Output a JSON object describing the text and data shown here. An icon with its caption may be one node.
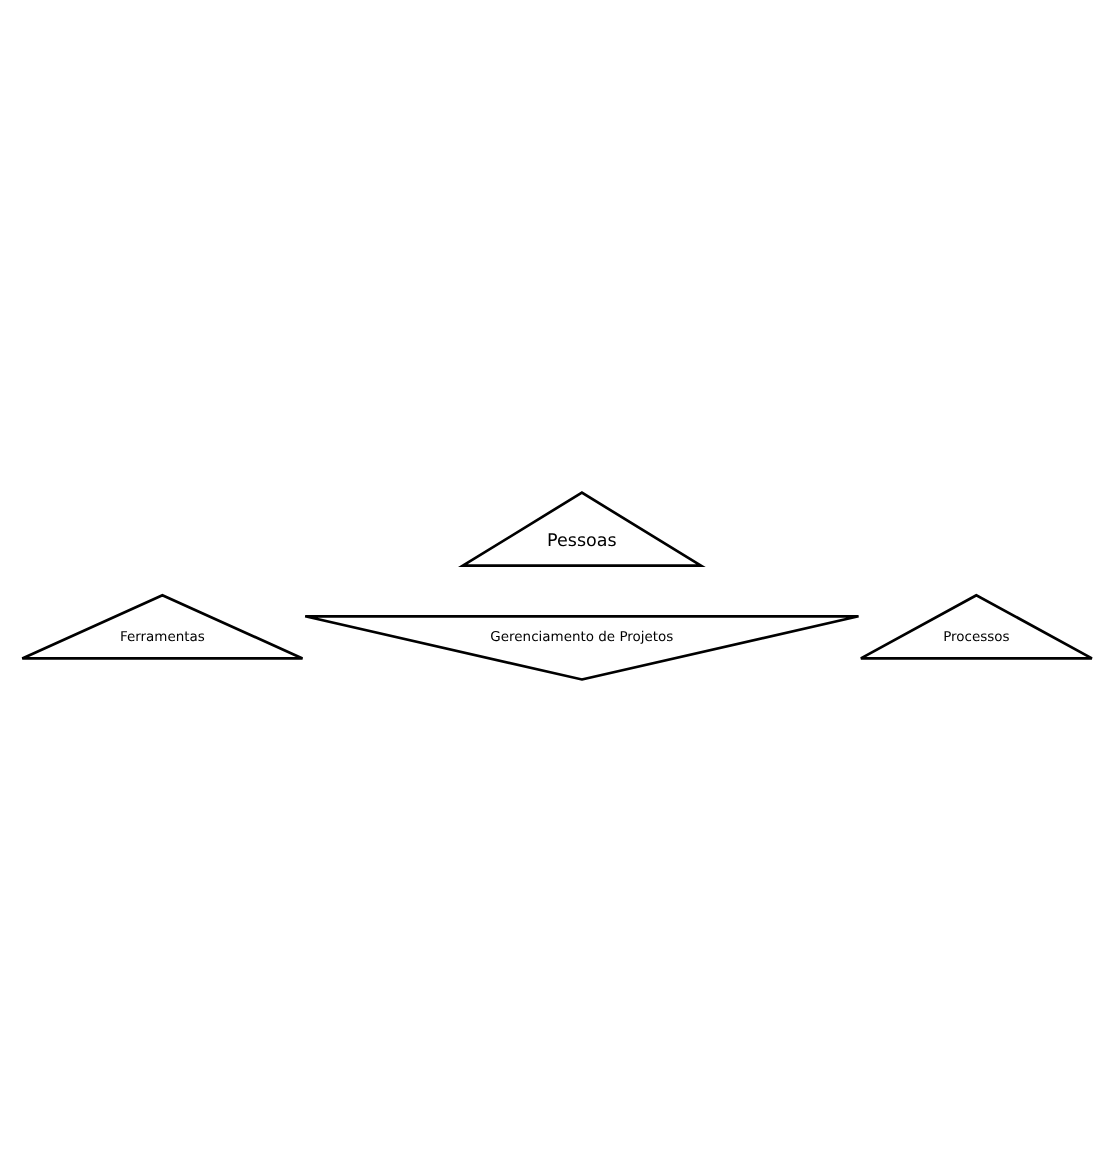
{
  "diagram": {
    "nodes": [
      {
        "text": [
          "Pessoas"
        ]
      },
      {
        "text": [
          "Gerenciamento de Projetos"
        ]
      },
      {
        "text": [
          "Ferramentas"
        ]
      },
      {
        "text": [
          "Processos"
        ]
      }
    ]
  }
}
